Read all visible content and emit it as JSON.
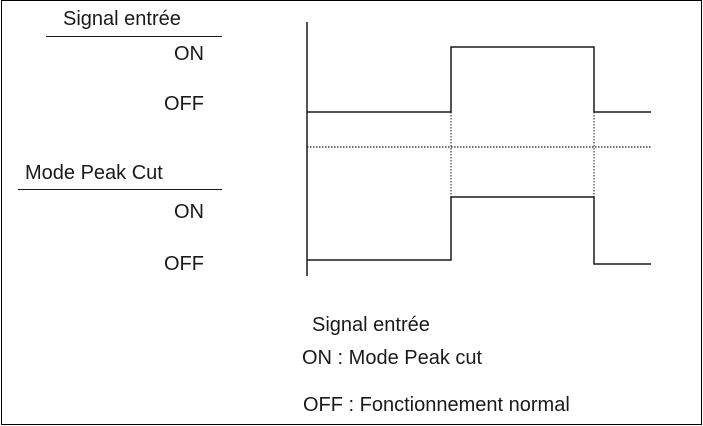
{
  "signal": {
    "title": "Signal entrée",
    "on_label": "ON",
    "off_label": "OFF"
  },
  "mode": {
    "title": "Mode Peak Cut",
    "on_label": "ON",
    "off_label": "OFF"
  },
  "legend": {
    "title": "Signal entrée",
    "on_text": "ON : Mode Peak cut",
    "off_text": "OFF : Fonctionnement normal"
  },
  "colors": {
    "line": "#1a1a1a",
    "background": "#ffffff"
  }
}
